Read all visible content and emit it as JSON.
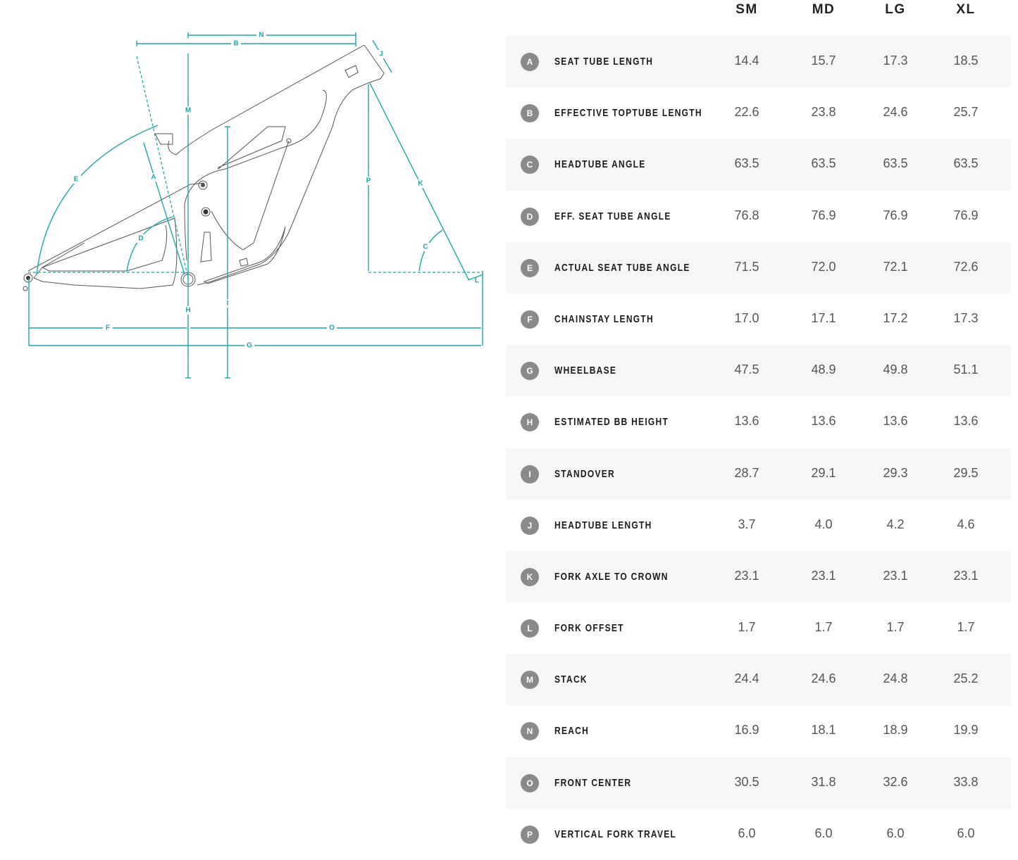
{
  "diagram": {
    "labels": {
      "A": "A",
      "B": "B",
      "C": "C",
      "D": "D",
      "E": "E",
      "F": "F",
      "G": "G",
      "H": "H",
      "I": "I",
      "J": "J",
      "K": "K",
      "L": "L",
      "M": "M",
      "N": "N",
      "O": "O",
      "P": "P"
    },
    "dimension_color": "#1ea5ab",
    "frame_color": "#555555"
  },
  "table": {
    "sizes": [
      "SM",
      "MD",
      "LG",
      "XL"
    ],
    "rows": [
      {
        "key": "A",
        "label": "SEAT TUBE LENGTH",
        "values": [
          "14.4",
          "15.7",
          "17.3",
          "18.5"
        ]
      },
      {
        "key": "B",
        "label": "EFFECTIVE TOPTUBE LENGTH",
        "values": [
          "22.6",
          "23.8",
          "24.6",
          "25.7"
        ]
      },
      {
        "key": "C",
        "label": "HEADTUBE ANGLE",
        "values": [
          "63.5",
          "63.5",
          "63.5",
          "63.5"
        ]
      },
      {
        "key": "D",
        "label": "EFF. SEAT TUBE ANGLE",
        "values": [
          "76.8",
          "76.9",
          "76.9",
          "76.9"
        ]
      },
      {
        "key": "E",
        "label": "ACTUAL SEAT TUBE ANGLE",
        "values": [
          "71.5",
          "72.0",
          "72.1",
          "72.6"
        ]
      },
      {
        "key": "F",
        "label": "CHAINSTAY LENGTH",
        "values": [
          "17.0",
          "17.1",
          "17.2",
          "17.3"
        ]
      },
      {
        "key": "G",
        "label": "WHEELBASE",
        "values": [
          "47.5",
          "48.9",
          "49.8",
          "51.1"
        ]
      },
      {
        "key": "H",
        "label": "ESTIMATED BB HEIGHT",
        "values": [
          "13.6",
          "13.6",
          "13.6",
          "13.6"
        ]
      },
      {
        "key": "I",
        "label": "STANDOVER",
        "values": [
          "28.7",
          "29.1",
          "29.3",
          "29.5"
        ]
      },
      {
        "key": "J",
        "label": "HEADTUBE LENGTH",
        "values": [
          "3.7",
          "4.0",
          "4.2",
          "4.6"
        ]
      },
      {
        "key": "K",
        "label": "FORK AXLE TO CROWN",
        "values": [
          "23.1",
          "23.1",
          "23.1",
          "23.1"
        ]
      },
      {
        "key": "L",
        "label": "FORK OFFSET",
        "values": [
          "1.7",
          "1.7",
          "1.7",
          "1.7"
        ]
      },
      {
        "key": "M",
        "label": "STACK",
        "values": [
          "24.4",
          "24.6",
          "24.8",
          "25.2"
        ]
      },
      {
        "key": "N",
        "label": "REACH",
        "values": [
          "16.9",
          "18.1",
          "18.9",
          "19.9"
        ]
      },
      {
        "key": "O",
        "label": "FRONT CENTER",
        "values": [
          "30.5",
          "31.8",
          "32.6",
          "33.8"
        ]
      },
      {
        "key": "P",
        "label": "VERTICAL FORK TRAVEL",
        "values": [
          "6.0",
          "6.0",
          "6.0",
          "6.0"
        ]
      }
    ]
  }
}
